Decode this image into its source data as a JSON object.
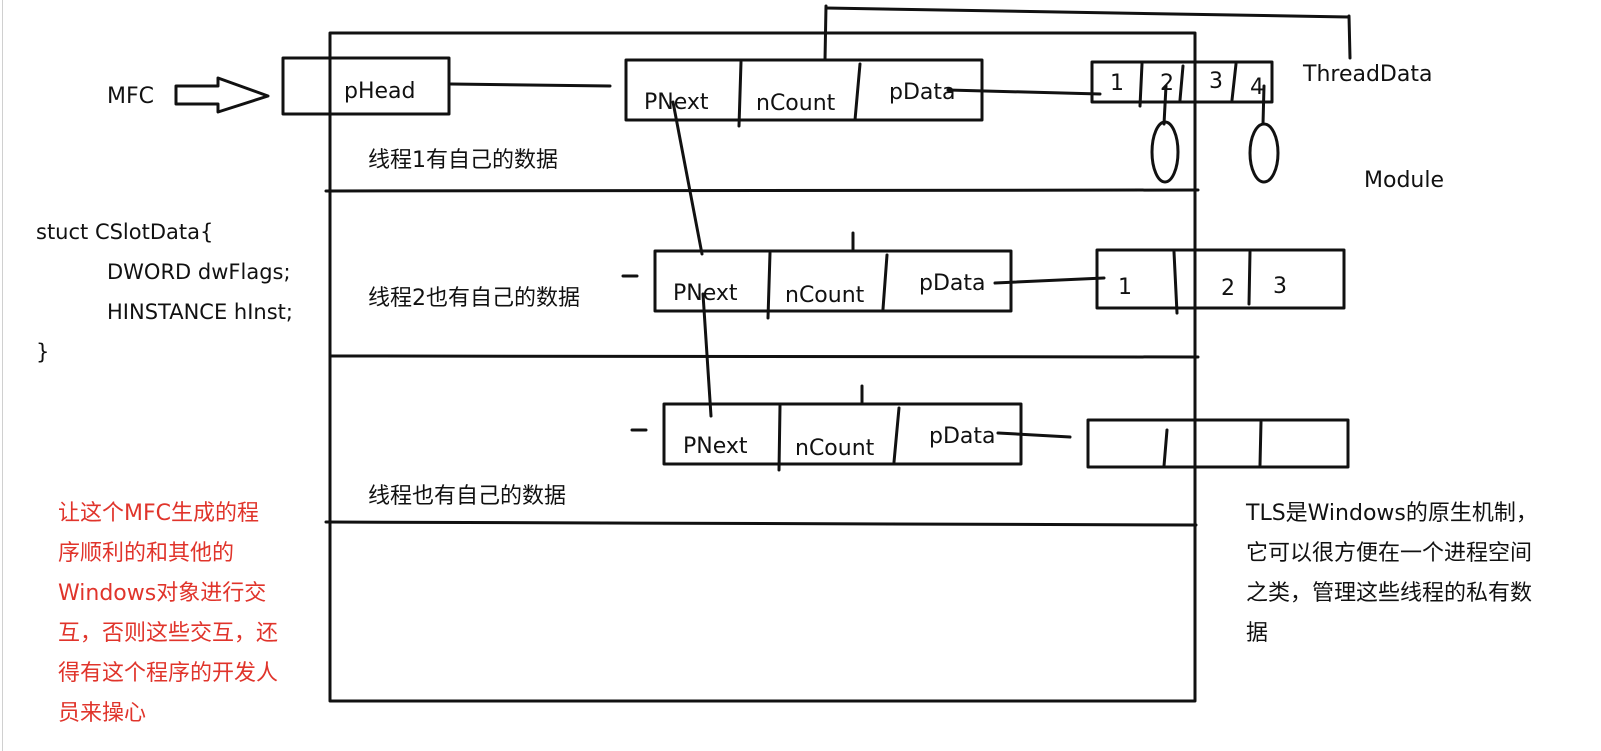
{
  "labels": {
    "mfc": "MFC",
    "phead": "pHead",
    "thread_data": "ThreadData",
    "module": "Module",
    "thread1": "线程1有自己的数据",
    "thread2": "线程2也有自己的数据",
    "thread3": "线程也有自己的数据"
  },
  "nodes": [
    {
      "pnext": "PNext",
      "ncount": "nCount",
      "pdata": "pData"
    },
    {
      "pnext": "PNext",
      "ncount": "nCount",
      "pdata": "pData"
    },
    {
      "pnext": "PNext",
      "ncount": "nCount",
      "pdata": "pData"
    }
  ],
  "arrays": [
    {
      "cells": [
        "1",
        "2",
        "3",
        "4"
      ]
    },
    {
      "cells": [
        "1",
        "2",
        "3"
      ]
    },
    {
      "cells": []
    }
  ],
  "code": {
    "line1": "stuct CSlotData{",
    "line2": "DWORD dwFlags;",
    "line3": "HINSTANCE hInst;",
    "line4": "}"
  },
  "notes": {
    "red": [
      "让这个MFC生成的程",
      "序顺利的和其他的",
      "Windows对象进行交",
      "互，否则这些交互，还",
      "得有这个程序的开发人",
      "员来操心"
    ],
    "tls": [
      "TLS是Windows的原生机制，",
      "它可以很方便在一个进程空间",
      "之类，管理这些线程的私有数",
      "据"
    ]
  },
  "colors": {
    "ink": "#111111",
    "note_red": "#e0342b"
  }
}
